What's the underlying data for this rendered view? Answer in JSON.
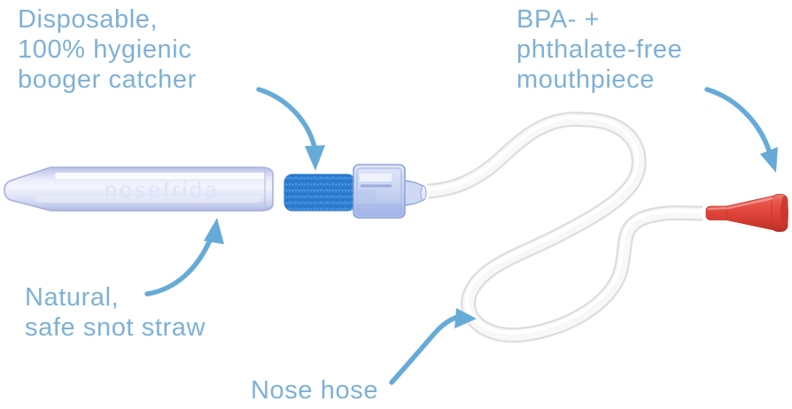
{
  "labels": {
    "booger_catcher": {
      "lines": [
        "Disposable,",
        "100% hygienic",
        "booger catcher"
      ]
    },
    "mouthpiece": {
      "lines": [
        "BPA- +",
        "phthalate-free",
        "mouthpiece"
      ]
    },
    "snot_straw": {
      "lines": [
        "Natural,",
        "safe snot straw"
      ]
    },
    "nose_hose": {
      "lines": [
        "Nose hose"
      ]
    }
  },
  "product": {
    "embossed_text": "nosefrida"
  },
  "arrows": [
    {
      "name": "booger-catcher-arrow",
      "points_to": "blue hygienic filter"
    },
    {
      "name": "mouthpiece-arrow",
      "points_to": "red mouthpiece"
    },
    {
      "name": "snot-straw-arrow",
      "points_to": "snot straw tube"
    },
    {
      "name": "nose-hose-arrow",
      "points_to": "nose hose loop"
    }
  ],
  "colors": {
    "background": "#ffffff",
    "label_text": "#7db1d7",
    "arrow_blue": "#66abd8",
    "filter_blue": "#2e80d3",
    "straw_body": "#dde1f6",
    "straw_edge": "#a6b0e0",
    "cap_body": "#c9d5f2",
    "cap_edge": "#8fa2d8",
    "hose_white": "#f8f8f9",
    "hose_edge": "#dddde1",
    "mouthpiece_red": "#e2453c"
  }
}
